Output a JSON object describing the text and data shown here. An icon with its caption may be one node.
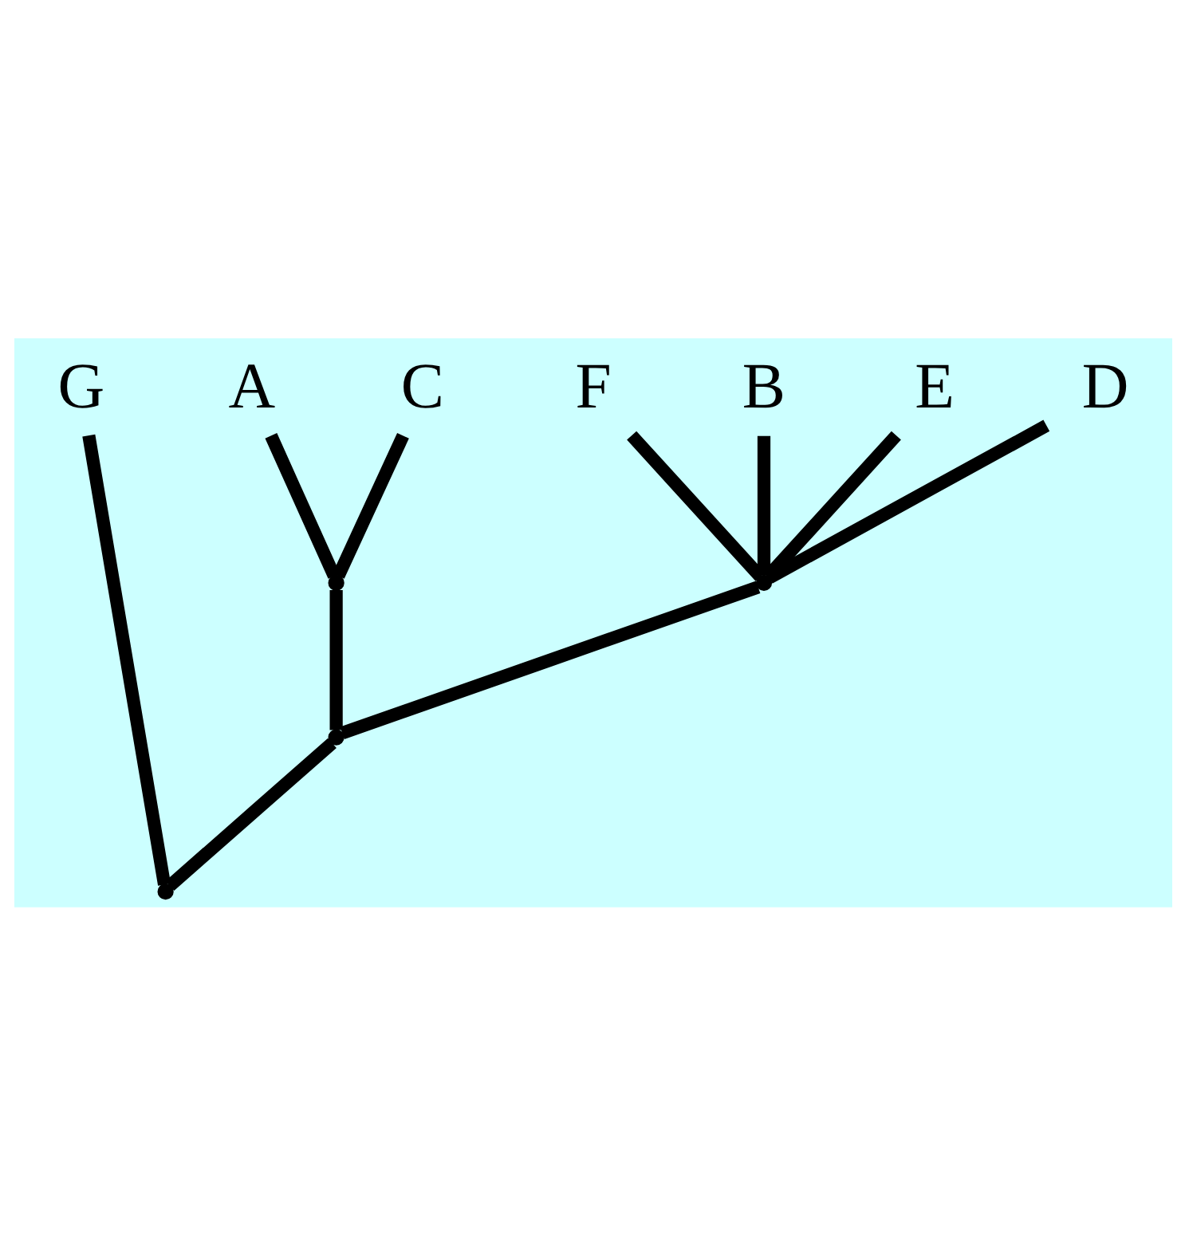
{
  "diagram": {
    "nodes": [
      {
        "text": [
          "G"
        ]
      },
      {
        "text": [
          "A"
        ]
      },
      {
        "text": [
          "C"
        ]
      },
      {
        "text": [
          "F"
        ]
      },
      {
        "text": [
          "B"
        ]
      },
      {
        "text": [
          "E"
        ]
      },
      {
        "text": [
          "D"
        ]
      },
      {
        "text": [],
        "shape": "point"
      },
      {
        "text": [],
        "shape": "point"
      },
      {
        "text": [],
        "shape": "point"
      },
      {
        "text": [],
        "shape": "point"
      }
    ],
    "edges": [
      {
        "from": 10,
        "to": 0,
        "arrow": "none"
      },
      {
        "from": 10,
        "to": 9,
        "arrow": "none"
      },
      {
        "from": 9,
        "to": 7,
        "arrow": "none"
      },
      {
        "from": 9,
        "to": 8,
        "arrow": "none"
      },
      {
        "from": 7,
        "to": 1,
        "arrow": "none"
      },
      {
        "from": 7,
        "to": 2,
        "arrow": "none"
      },
      {
        "from": 8,
        "to": 3,
        "arrow": "none"
      },
      {
        "from": 8,
        "to": 4,
        "arrow": "none"
      },
      {
        "from": 8,
        "to": 5,
        "arrow": "none"
      },
      {
        "from": 8,
        "to": 6,
        "arrow": "none"
      }
    ]
  }
}
